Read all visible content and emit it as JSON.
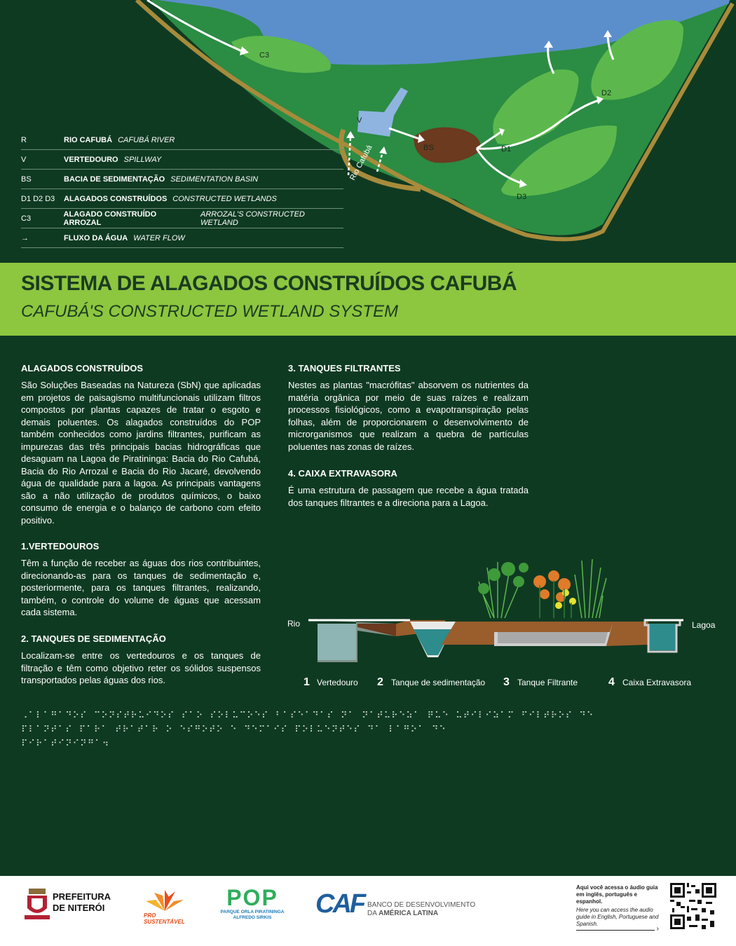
{
  "map": {
    "labels": {
      "c3": "C3",
      "v": "V",
      "bs": "BS",
      "d1": "D1",
      "d2": "D2",
      "d3": "D3",
      "river": "Rio Cafubá"
    },
    "legend": [
      {
        "code": "R",
        "pt": "RIO CAFUBÁ",
        "en": "CAFUBÁ RIVER"
      },
      {
        "code": "V",
        "pt": "VERTEDOURO",
        "en": "SPILLWAY"
      },
      {
        "code": "BS",
        "pt": "BACIA DE SEDIMENTAÇÃO",
        "en": "SEDIMENTATION BASIN"
      },
      {
        "code": "D1 D2 D3",
        "pt": "ALAGADOS CONSTRUÍDOS",
        "en": "CONSTRUCTED WETLANDS"
      },
      {
        "code": "C3",
        "pt": "ALAGADO CONSTRUÍDO ARROZAL",
        "en": "ARROZAL'S CONSTRUCTED WETLAND"
      },
      {
        "code": "→",
        "pt": "FLUXO DA ÁGUA",
        "en": "WATER FLOW"
      }
    ]
  },
  "banner": {
    "title": "SISTEMA DE ALAGADOS CONSTRUÍDOS CAFUBÁ",
    "subtitle": "CAFUBÁ'S CONSTRUCTED WETLAND SYSTEM"
  },
  "sections": {
    "alagados": {
      "title": "ALAGADOS CONSTRUÍDOS",
      "text": "São Soluções Baseadas na Natureza (SbN) que aplicadas em projetos de paisagismo multifuncionais utilizam filtros compostos por plantas capazes de tratar o esgoto e demais poluentes. Os alagados construídos do POP também conhecidos como jardins filtrantes, purificam as impurezas das três principais bacias hidrográficas que desaguam na Lagoa de Piratininga: Bacia do Rio Cafubá, Bacia do Rio Arrozal e Bacia do Rio Jacaré, devolvendo água de qualidade para a lagoa. As principais vantagens são a não utilização de produtos químicos, o baixo consumo de energia e o balanço de carbono com efeito positivo."
    },
    "vertedouros": {
      "title": "1.VERTEDOUROS",
      "text": "Têm a função de receber as águas dos rios contribuintes, direcionando-as para os tanques de sedimentação e, posteriormente, para os tanques filtrantes, realizando, também, o controle do volume de águas que acessam cada sistema."
    },
    "sedimentacao": {
      "title": "2. TANQUES DE SEDIMENTAÇÃO",
      "text": "Localizam-se entre os vertedouros e os tanques de filtração e têm como objetivo reter os sólidos suspensos transportados pelas águas dos rios."
    },
    "filtrantes": {
      "title": "3. TANQUES FILTRANTES",
      "text": "Nestes as plantas \"macrófitas\" absorvem os nutrientes da matéria orgânica por meio de suas raízes e realizam processos fisiológicos, como a evapotranspiração pelas folhas, além de proporcionarem o desenvolvimento de microrganismos que realizam a quebra de partículas poluentes nas zonas de raízes."
    },
    "extravasora": {
      "title": "4. CAIXA EXTRAVASORA",
      "text": "É uma estrutura de passagem que recebe a água tratada dos tanques filtrantes e a direciona para a Lagoa."
    }
  },
  "diagram": {
    "left_label": "Rio",
    "right_label": "Lagoa",
    "steps": [
      {
        "num": "1",
        "label": "Vertedouro"
      },
      {
        "num": "2",
        "label": "Tanque de sedimentação"
      },
      {
        "num": "3",
        "label": "Tanque Filtrante"
      },
      {
        "num": "4",
        "label": "Caixa Extravasora"
      }
    ]
  },
  "braille": [
    "⠠⠁⠇⠁⠛⠁⠙⠕⠎ ⠉⠕⠝⠎⠞⠗⠥⠊⠙⠕⠎ ⠎⠁⠕ ⠎⠕⠇⠥⠉⠕⠑⠎ ⠃⠁⠎⠑⠁⠙⠁⠎ ⠝⠁ ⠝⠁⠞⠥⠗⠑⠵⠁ ⠟⠥⠑ ⠥⠞⠊⠇⠊⠵⠁⠍ ⠋⠊⠇⠞⠗⠕⠎ ⠙⠑",
    "⠏⠇⠁⠝⠞⠁⠎ ⠏⠁⠗⠁ ⠞⠗⠁⠞⠁⠗ ⠕ ⠑⠎⠛⠕⠞⠕ ⠑ ⠙⠑⠍⠁⠊⠎ ⠏⠕⠇⠥⠑⠝⠞⠑⠎ ⠙⠁ ⠇⠁⠛⠕⠁ ⠙⠑",
    "⠏⠊⠗⠁⠞⠊⠝⠊⠝⠛⠁⠲"
  ],
  "footer": {
    "niteroi_line1": "PREFEITURA",
    "niteroi_line2": "DE NITERÓI",
    "pro_sustentavel": "PRO SUSTENTÁVEL",
    "pop_logo": "POP",
    "pop_line1": "PARQUE ORLA PIRATININGA",
    "pop_line2": "ALFREDO SIRKIS",
    "caf_logo": "CAF",
    "caf_line1": "BANCO DE DESENVOLVIMENTO",
    "caf_line2a": "DA ",
    "caf_line2b": "AMÉRICA LATINA",
    "audio_pt": "Aqui você acessa o áudio guia em inglês, português e espanhol.",
    "audio_en": "Here you can access the audio guide in English, Portuguese and Spanish."
  },
  "colors": {
    "background": "#0f3a22",
    "banner": "#8dc63f",
    "lagoon": "#5b8fcb",
    "land": "#2e8b45",
    "wetland": "#5cb84c",
    "sediment": "#6b3a1f",
    "path": "#a88b3b"
  }
}
